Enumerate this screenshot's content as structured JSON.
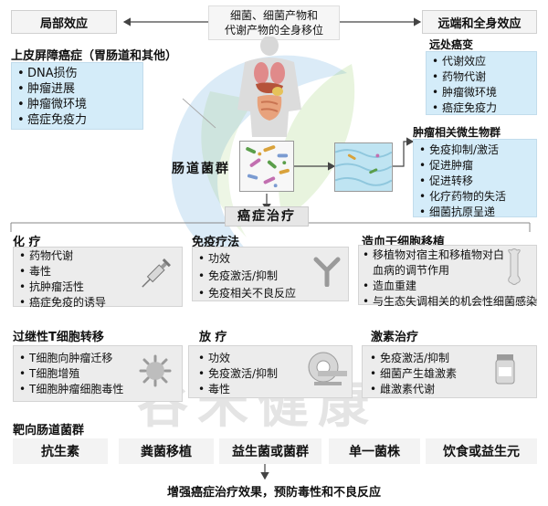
{
  "local_effects": {
    "title": "局部效应",
    "epithelial_title": "上皮屏障癌症（胃肠道和其他）",
    "items": [
      "DNA损伤",
      "肿瘤进展",
      "肿瘤微环境",
      "癌症免疫力"
    ]
  },
  "translocation_label_1": "细菌、细菌产物和",
  "translocation_label_2": "代谢产物的全身移位",
  "distal": {
    "title": "远端和全身效应",
    "subtitle": "远处癌变",
    "items": [
      "代谢效应",
      "药物代谢",
      "肿瘤微环境",
      "癌症免疫力"
    ]
  },
  "tumor_microbiome": {
    "title": "肿瘤相关微生物群",
    "items": [
      "免疫抑制/激活",
      "促进肿瘤",
      "促进转移",
      "化疗药物的失活",
      "细菌抗原呈递"
    ]
  },
  "gut_flora_label": "肠道菌群",
  "cancer_therapy_label": "癌症治疗",
  "chemo": {
    "title": "化 疗",
    "items": [
      "药物代谢",
      "毒性",
      "抗肿瘤活性",
      "癌症免疫的诱导"
    ]
  },
  "immuno": {
    "title": "免疫疗法",
    "items": [
      "功效",
      "免疫激活/抑制",
      "免疫相关不良反应"
    ]
  },
  "hsct": {
    "title": "造血干细胞移植",
    "items": [
      "移植物对宿主和移植物对白血病的调节作用",
      "造血重建",
      "与生态失调相关的机会性细菌感染"
    ]
  },
  "adoptive": {
    "title": "过继性T细胞转移",
    "items": [
      "T细胞向肿瘤迁移",
      "T细胞增殖",
      "T细胞肿瘤细胞毒性"
    ]
  },
  "radio": {
    "title": "放 疗",
    "items": [
      "功效",
      "免疫激活/抑制",
      "毒性"
    ]
  },
  "hormone": {
    "title": "激素治疗",
    "items": [
      "免疫激活/抑制",
      "细菌产生雄激素",
      "雌激素代谢"
    ]
  },
  "target_title": "靶向肠道菌群",
  "targets": [
    "抗生素",
    "粪菌移植",
    "益生菌或菌群",
    "单一菌株",
    "饮食或益生元"
  ],
  "conclusion": "增强癌症治疗效果，预防毒性和不良反应",
  "watermark": "谷禾健康",
  "colors": {
    "light_blue": "#d4ecf9",
    "gray": "#ececec",
    "logo_blue": "#3a8fd0",
    "logo_green": "#7fc24a"
  },
  "icons": [
    "body-organs-icon",
    "gut-bacteria-icon",
    "tumor-tissue-icon",
    "syringe-icon",
    "antibody-icon",
    "bone-icon",
    "t-cell-icon",
    "ct-scanner-icon",
    "pill-bottle-icon"
  ]
}
